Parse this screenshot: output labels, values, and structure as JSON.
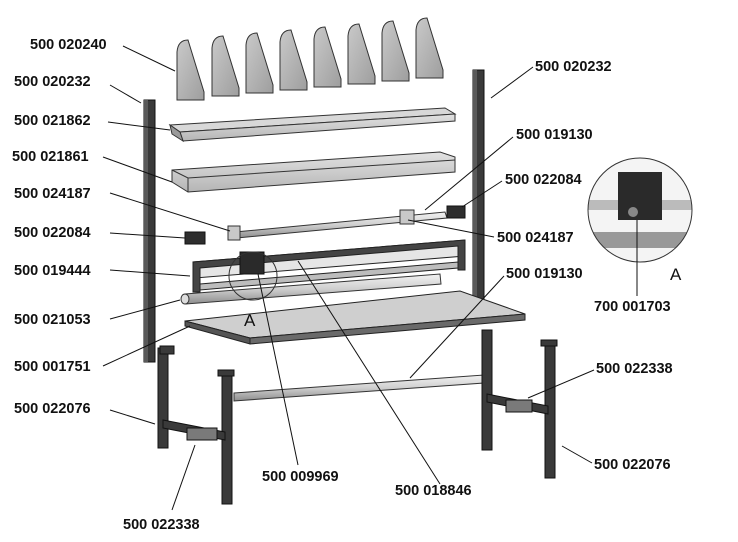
{
  "part_labels": {
    "l1": "500 020240",
    "l2": "500 020232",
    "l3": "500 021862",
    "l4": "500 021861",
    "l5": "500 024187",
    "l6": "500 022084",
    "l7": "500 019444",
    "l8": "500 021053",
    "l9": "500 001751",
    "l10": "500 022076",
    "l11": "500 022338",
    "l12": "500 020232",
    "l13": "500 019130",
    "l14": "500 022084",
    "l15": "500 024187",
    "l16": "500 019130",
    "l17": "700 001703",
    "l18": "500 022338",
    "l19": "500 022076",
    "l20": "500 009969",
    "l21": "500 018846"
  },
  "detail_marks": {
    "main": "A",
    "inset": "A"
  }
}
